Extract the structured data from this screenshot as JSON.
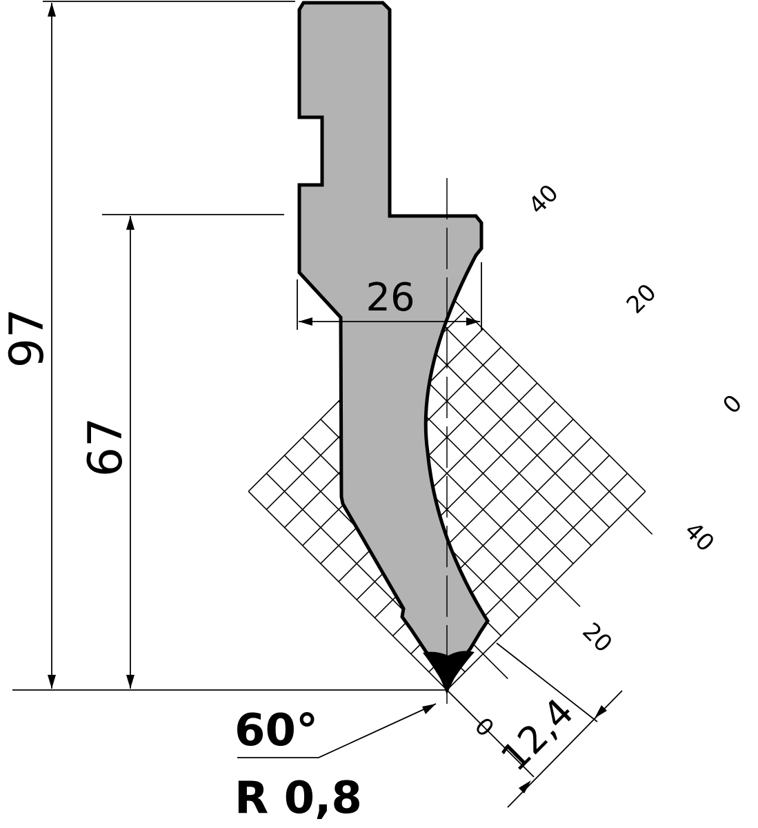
{
  "dimensions": {
    "total_height": "97",
    "working_height": "67",
    "width": "26",
    "offset": "12,4"
  },
  "tip": {
    "angle": "60°",
    "radius": "R 0,8"
  },
  "grid_scale": {
    "upper_axis": [
      "40",
      "20",
      "0"
    ],
    "lower_axis": [
      "40",
      "20",
      "0"
    ]
  },
  "colors": {
    "tool_fill": "#b3b3b3",
    "outline": "#000000",
    "background": "#ffffff"
  }
}
